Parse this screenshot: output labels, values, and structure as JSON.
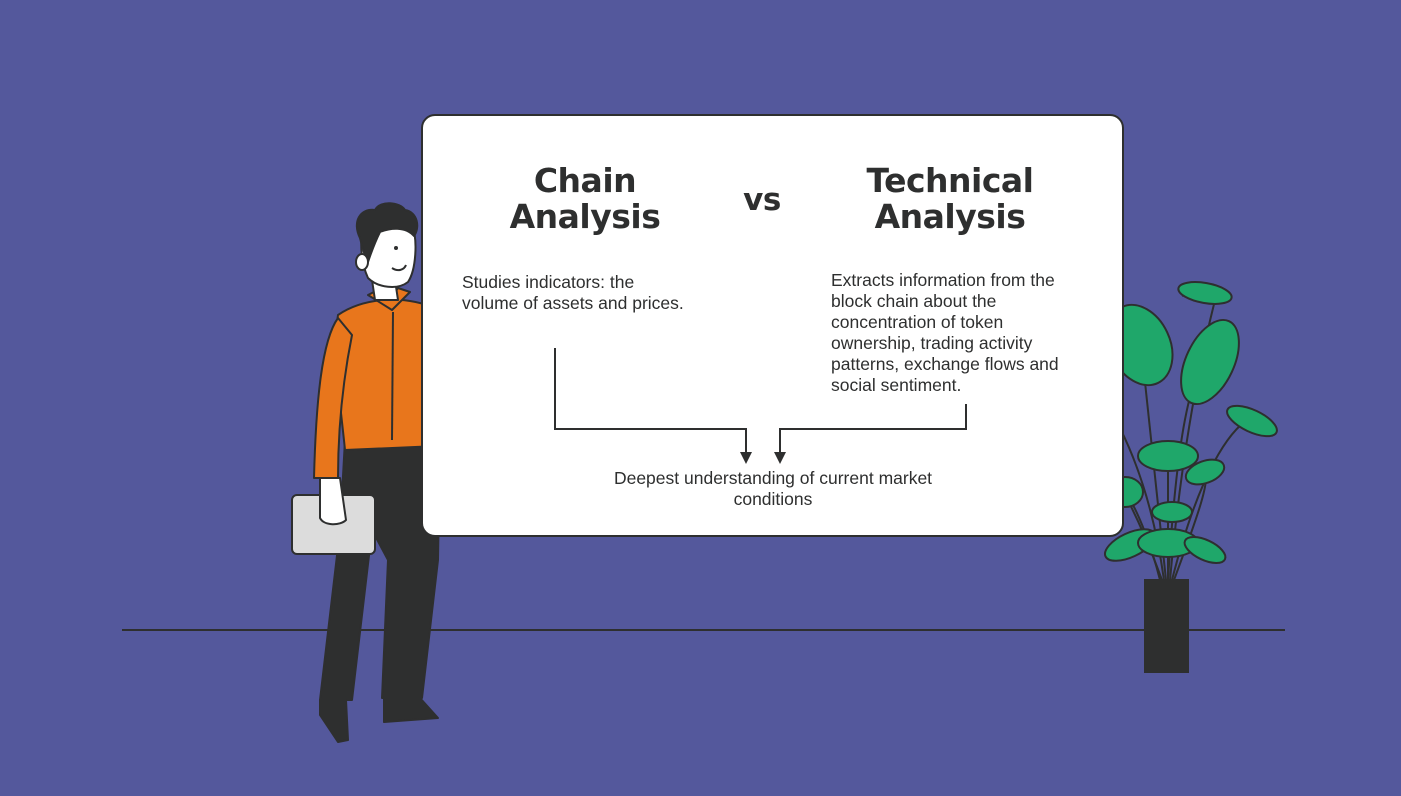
{
  "left": {
    "title_line1": "Chain",
    "title_line2": "Analysis",
    "description": "Studies indicators: the volume of assets and prices."
  },
  "vs_label": "vs",
  "right": {
    "title_line1": "Technical",
    "title_line2": "Analysis",
    "description": "Extracts information from the block chain about the concentration of token ownership, trading activity patterns, exchange flows and social sentiment."
  },
  "conclusion": "Deepest understanding of current market conditions",
  "colors": {
    "background": "#54589c",
    "board": "#ffffff",
    "ink": "#2e2f2f",
    "shirt": "#e8761c",
    "leaf": "#1fa76a"
  }
}
